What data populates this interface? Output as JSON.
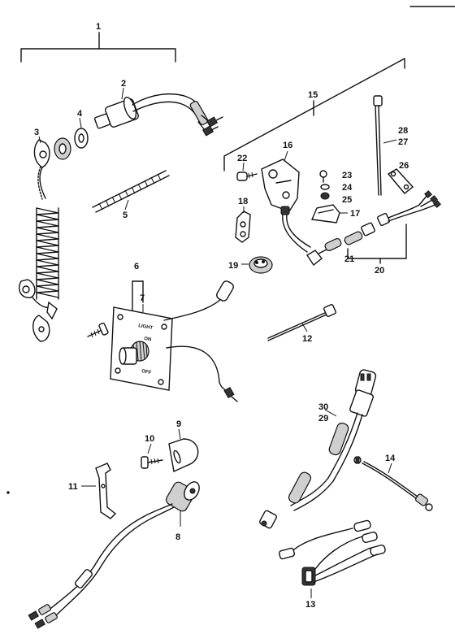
{
  "callouts": {
    "c1": "1",
    "c2": "2",
    "c3": "3",
    "c4": "4",
    "c5": "5",
    "c6": "6",
    "c7": "7",
    "c8": "8",
    "c9": "9",
    "c10": "10",
    "c11": "11",
    "c12": "12",
    "c13": "13",
    "c14": "14",
    "c15": "15",
    "c16": "16",
    "c17": "17",
    "c18": "18",
    "c19": "19",
    "c20": "20",
    "c21": "21",
    "c22": "22",
    "c23": "23",
    "c24": "24",
    "c25": "25",
    "c26": "26",
    "c27": "27",
    "c28": "28",
    "c29": "29",
    "c30": "30"
  },
  "switch_plate": {
    "label_top": "LIGHT",
    "label_on": "ON",
    "label_off": "OFF"
  }
}
